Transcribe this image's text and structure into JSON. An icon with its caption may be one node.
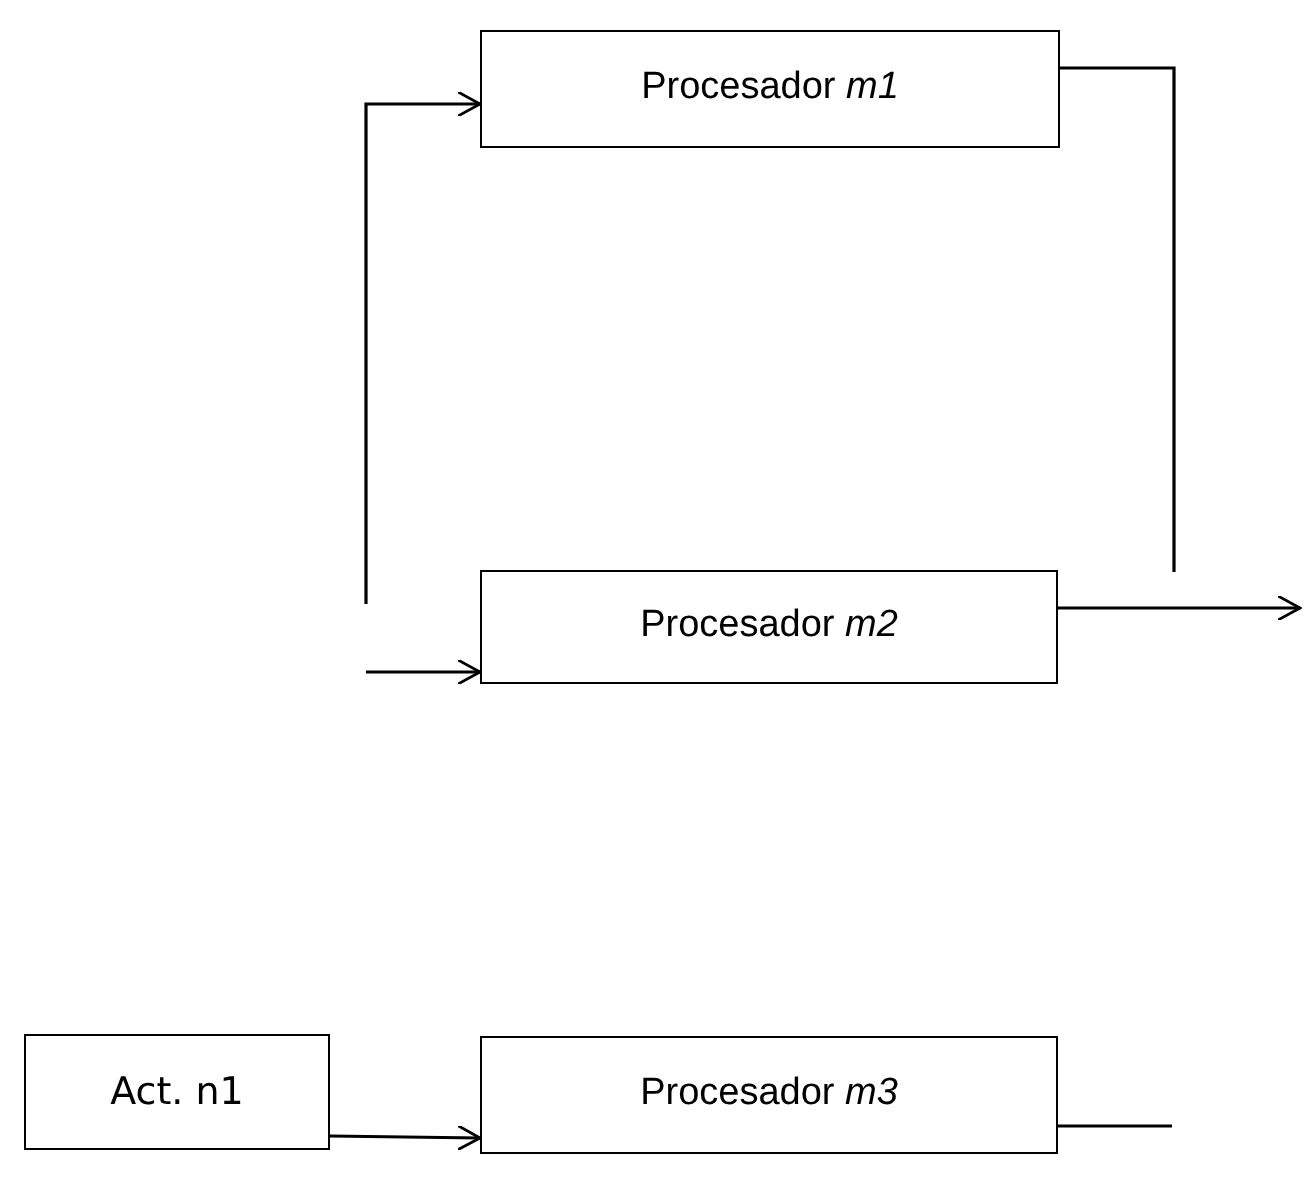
{
  "diagram": {
    "nodes": [
      {
        "text": [
          "Procesador *m1*"
        ]
      },
      {
        "text": [
          "Procesador *m2*"
        ]
      },
      {
        "text": [
          "Act. n1"
        ]
      },
      {
        "text": [
          "Procesador *m3*"
        ]
      }
    ],
    "edges": [
      {
        "from": null,
        "to": 0,
        "arrow": "to"
      },
      {
        "from": null,
        "to": 1,
        "arrow": "to"
      },
      {
        "from": 0,
        "to": null,
        "arrow": "none"
      },
      {
        "from": 1,
        "to": null,
        "arrow": "to"
      },
      {
        "from": 2,
        "to": 3,
        "arrow": "to"
      },
      {
        "from": 3,
        "to": null,
        "arrow": "none"
      }
    ]
  }
}
